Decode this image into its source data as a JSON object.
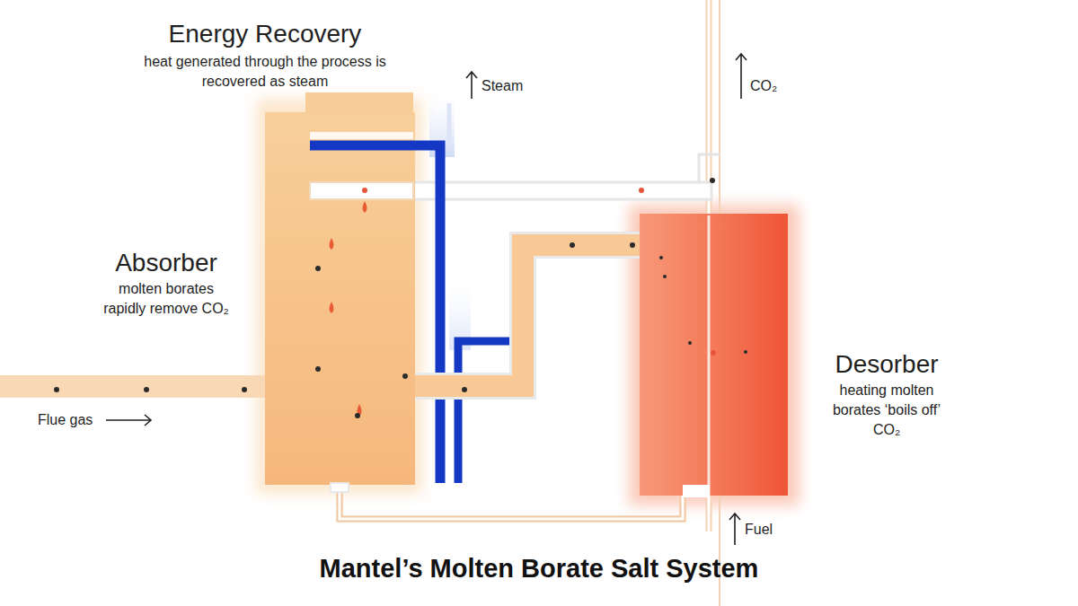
{
  "diagram": {
    "title": "Mantel’s Molten Borate Salt System",
    "nodes": [
      {
        "text": [
          "Absorber",
          "molten borates rapidly remove CO₂"
        ]
      },
      {
        "text": [
          "Desorber",
          "heating molten borates ‘boils off’ CO₂"
        ]
      }
    ],
    "edges": [
      {
        "from": 0,
        "to": 1,
        "arrow": "none"
      },
      {
        "from": 1,
        "to": 0,
        "arrow": "none"
      }
    ],
    "labels": [
      "Energy Recovery",
      "heat generated through the process is recovered as steam",
      "Steam",
      "CO₂",
      "Flue gas",
      "Fuel"
    ]
  }
}
